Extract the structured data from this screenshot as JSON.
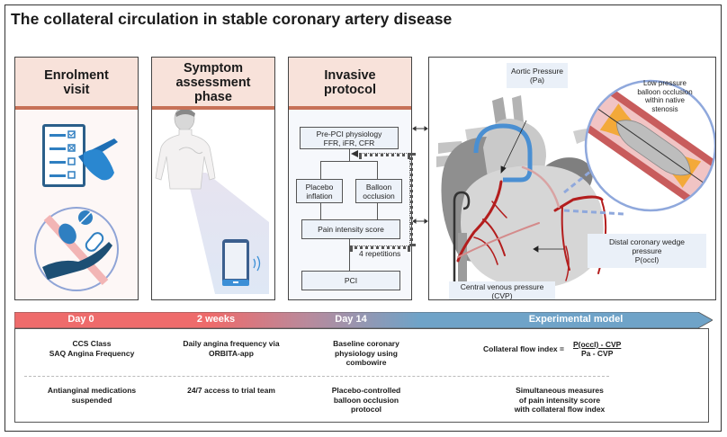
{
  "title": "The collateral circulation in stable coronary artery disease",
  "panels": [
    {
      "heading": "Enrolment visit",
      "heading_lines": [
        "Enrolment",
        "visit"
      ],
      "icons": [
        "questionnaire-checklist-icon",
        "no-medication-hand-icon"
      ]
    },
    {
      "heading": "Symptom assessment phase",
      "heading_lines": [
        "Symptom",
        "assessment",
        "phase"
      ],
      "icons": [
        "patient-chest-pain-icon",
        "smartphone-app-icon"
      ]
    },
    {
      "heading": "Invasive protocol",
      "heading_lines": [
        "Invasive",
        "protocol"
      ]
    }
  ],
  "flowchart": {
    "pre_pci": [
      "Pre-PCI physiology",
      "FFR, iFR, CFR"
    ],
    "placebo": [
      "Placebo",
      "inflation"
    ],
    "balloon": [
      "Balloon",
      "occlusion"
    ],
    "pain": "Pain intensity score",
    "repetitions": "4 repetitions",
    "pci": "PCI"
  },
  "heart": {
    "aortic_pressure": [
      "Aortic Pressure",
      "(Pa)"
    ],
    "zoom_caption": [
      "Low pressure",
      "balloon occlusion",
      "within native",
      "stenosis"
    ],
    "distal_pressure": [
      "Distal coronary wedge",
      "pressure",
      "P(occl)"
    ],
    "cvp": [
      "Central venous pressure",
      "(CVP)"
    ]
  },
  "timeline": {
    "stages": [
      "Day 0",
      "2 weeks",
      "Day 14",
      "Experimental model"
    ],
    "colors": {
      "start": "#ee6b6b",
      "mid": "#b98a9c",
      "end": "#6fa3c8"
    },
    "row1": [
      [
        "CCS Class",
        "SAQ Angina Frequency"
      ],
      [
        "Daily angina frequency via",
        "ORBITA-app"
      ],
      [
        "Baseline coronary",
        "physiology using",
        "combowire"
      ]
    ],
    "formula": {
      "label": "Collateral flow index  =",
      "numerator": "P(occl)  -  CVP",
      "denominator": "Pa -  CVP"
    },
    "row2": [
      [
        "Antianginal medications",
        "suspended"
      ],
      [
        "24/7 access to trial team"
      ],
      [
        "Placebo-controlled",
        "balloon occlusion",
        "protocol"
      ],
      [
        "Simultaneous measures",
        "of pain intensity score",
        "with collateral flow index"
      ]
    ]
  }
}
